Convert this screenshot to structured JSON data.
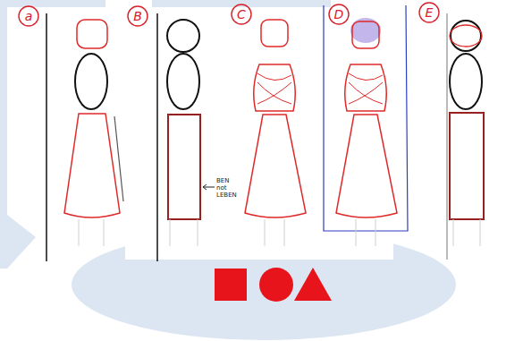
{
  "diagram": {
    "nodes": [
      {
        "text": [
          "a"
        ]
      },
      {
        "text": [
          "B"
        ]
      },
      {
        "text": [
          "C"
        ]
      },
      {
        "text": [
          "D"
        ]
      },
      {
        "text": [
          "E"
        ]
      }
    ],
    "labels": [
      "BEN not LEBEN"
    ]
  }
}
